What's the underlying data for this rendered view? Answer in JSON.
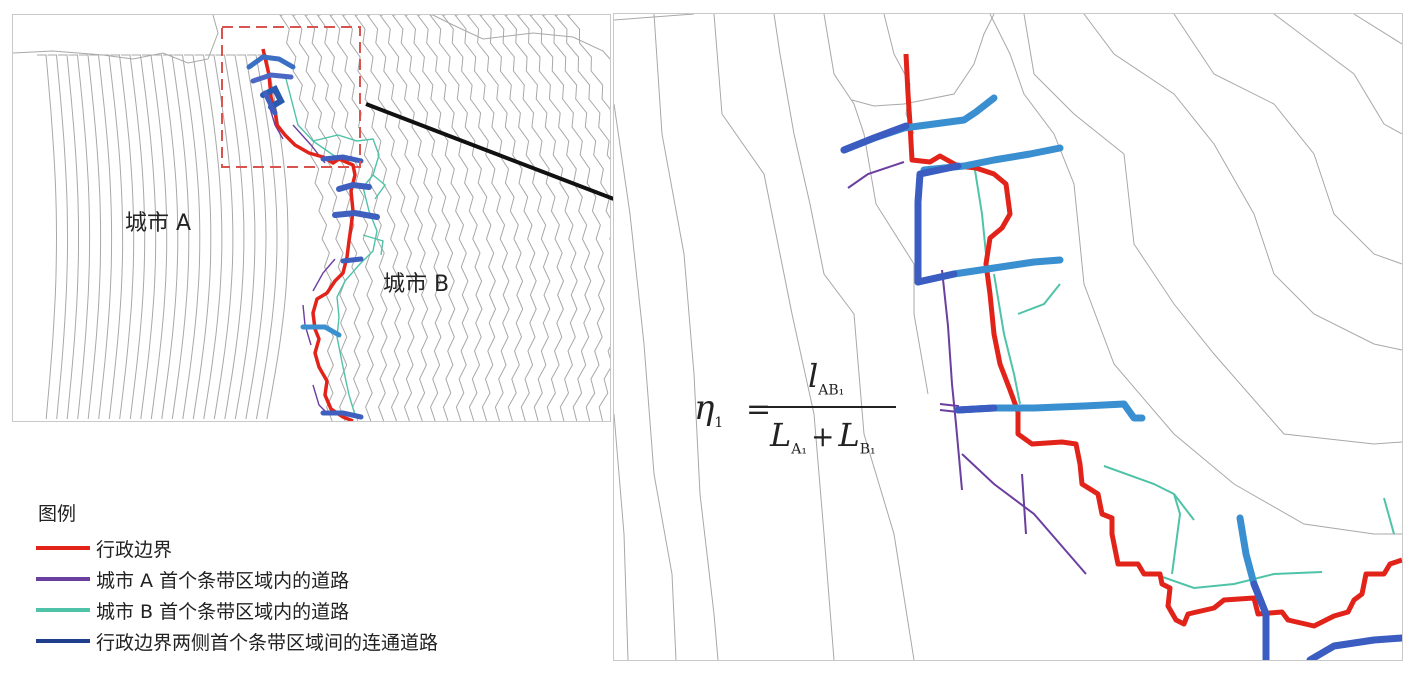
{
  "map": {
    "labels": {
      "city_a": "城市 A",
      "city_b": "城市 B"
    },
    "formula": {
      "lhs": "η",
      "lhs_sub": "1",
      "equals": "=",
      "numerator": "l",
      "numerator_sub": "AB₁",
      "denominator_a": "L",
      "denominator_a_sub": "A₁",
      "plus": "+",
      "denominator_b": "L",
      "denominator_b_sub": "B₁"
    }
  },
  "legend": {
    "title": "图例",
    "items": [
      {
        "label": "行政边界",
        "color": "#e2231a"
      },
      {
        "label": "城市 A 首个条带区域内的道路",
        "color": "#6b3fa0"
      },
      {
        "label": "城市 B 首个条带区域内的道路",
        "color": "#4fc3a8"
      },
      {
        "label": "行政边界两侧首个条带区域间的连通道路",
        "color": "#1f3f8c"
      }
    ]
  },
  "colors": {
    "boundary": "#e2231a",
    "city_a_roads": "#6b3fa0",
    "city_b_roads": "#4fc3a8",
    "connecting_roads": "#1f3f8c",
    "connecting_roads_light": "#3a8fd0",
    "strip_lines": "#a8a8a8",
    "inset_box": "#d9534f",
    "arrow": "#111111"
  }
}
